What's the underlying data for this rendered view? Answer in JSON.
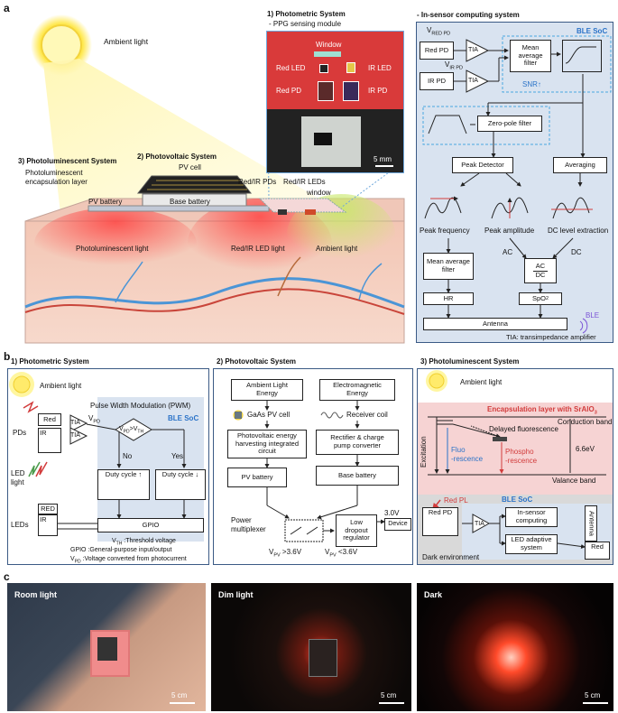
{
  "panels": {
    "a": "a",
    "b": "b",
    "c": "c"
  },
  "a": {
    "ambient_light": "Ambient light",
    "photometric_title": "1) Photometric System",
    "ppg_module": "- PPG sensing module",
    "window": "Window",
    "red_led": "Red LED",
    "ir_led": "IR LED",
    "red_pd": "Red PD",
    "ir_pd": "IR PD",
    "scale_5mm": "5 mm",
    "photovoltaic_title": "2) Photovoltaic System",
    "pv_cell": "PV cell",
    "photolum_title": "3) Photoluminescent System",
    "photolum_layer": "Photoluminescent\nencapsulation layer",
    "pv_battery": "PV battery",
    "base_battery": "Base battery",
    "red_ir_pds": "Red/IR PDs",
    "red_ir_leds": "Red/IR LEDs",
    "window_small": "window",
    "photolum_light": "Photoluminescent light",
    "red_ir_led_light": "Red/IR LED light",
    "ambient_light_skin": "Ambient light",
    "insensor": {
      "title": "- In-sensor computing system",
      "vred": "V",
      "vred_sub": "RED PD",
      "vir": "V",
      "vir_sub": "IR PD",
      "red_pd": "Red PD",
      "ir_pd": "IR PD",
      "tia": "TIA",
      "ble_soc": "BLE SoC",
      "mean_avg": "Mean\naverage\nfilter",
      "snr": "SNR↑",
      "zero_pole": "Zero-pole filter",
      "peak_detector": "Peak Detector",
      "averaging": "Averaging",
      "peak_freq": "Peak frequency",
      "peak_amp": "Peak amplitude",
      "dc_level": "DC level extraction",
      "ac": "AC",
      "dc": "DC",
      "mean_avg_filter": "Mean average\nfilter",
      "ac_num": "AC",
      "dc_den": "DC",
      "hr": "HR",
      "spo2": "SpO",
      "spo2_sub": "2",
      "antenna": "Antenna",
      "ble": "BLE",
      "tia_note": "TIA: transimpedance amplifier"
    }
  },
  "b": {
    "photometric": {
      "title": "1) Photometric System",
      "ambient_light": "Ambient light",
      "pwm": "Pulse Width Modulation (PWM)",
      "ble_soc": "BLE SoC",
      "pds": "PDs",
      "red": "Red",
      "ir": "IR",
      "tia": "TIA",
      "vpd": "V",
      "vpd_sub": "PD",
      "cond": "V",
      "cond_sub1": "PD",
      "cond_mid": ">V",
      "cond_sub2": "TH",
      "no": "No",
      "yes": "Yes",
      "duty_up": "Duty cycle ↑",
      "duty_down": "Duty cycle ↓",
      "led_light": "LED\nlight",
      "leds": "LEDs",
      "red2": "RED",
      "ir2": "IR",
      "gpio": "GPIO",
      "note1_a": "V",
      "note1_sub": "TH",
      "note1_b": " :Threshold voltage",
      "note2": "GPIO :General-purpose input/output",
      "note3_a": "V",
      "note3_sub": "PD",
      "note3_b": " :Voltage converted from photocurrent"
    },
    "photovoltaic": {
      "title": "2) Photovoltaic System",
      "ambient_energy": "Ambient Light\nEnergy",
      "em_energy": "Electromagnetic\nEnergy",
      "gaas": "GaAs PV cell",
      "receiver": "Receiver coil",
      "harvest": "Photovoltaic energy\nharvesting integrated\ncircuit",
      "rectifier": "Rectifier & charge\npump converter",
      "pv_battery": "PV battery",
      "base_battery": "Base battery",
      "power_mux": "Power\nmultiplexer",
      "ldo": "Low\ndropout\nregulator",
      "v30": "3.0V",
      "device": "Device",
      "vpv_hi": "V",
      "vpv_hi_sub": "PV",
      "vpv_hi_val": " >3.6V",
      "vpv_lo": "V",
      "vpv_lo_sub": "PV",
      "vpv_lo_val": " <3.6V"
    },
    "photolum": {
      "title": "3) Photoluminescent System",
      "ambient_light": "Ambient light",
      "layer": "Encapsulation layer with SrAlO",
      "layer_sub": "3",
      "conduction": "Conduction band",
      "delayed": "Delayed fluorescence",
      "excitation": "Excitation",
      "fluo": "Fluo\n-rescence",
      "phospho": "Phospho\n-rescence",
      "gap": "6.6eV",
      "valance": "Valance band",
      "red_pl": "Red PL",
      "ble_soc": "BLE SoC",
      "red_pd": "Red PD",
      "tia": "TIA",
      "insensor": "In-sensor\ncomputing",
      "led_adaptive": "LED adaptive\nsystem",
      "antenna": "Antenna",
      "red": "Red",
      "dark_env": "Dark environment"
    }
  },
  "c": {
    "room": "Room light",
    "dim": "Dim light",
    "dark": "Dark",
    "scale": "5 cm"
  }
}
